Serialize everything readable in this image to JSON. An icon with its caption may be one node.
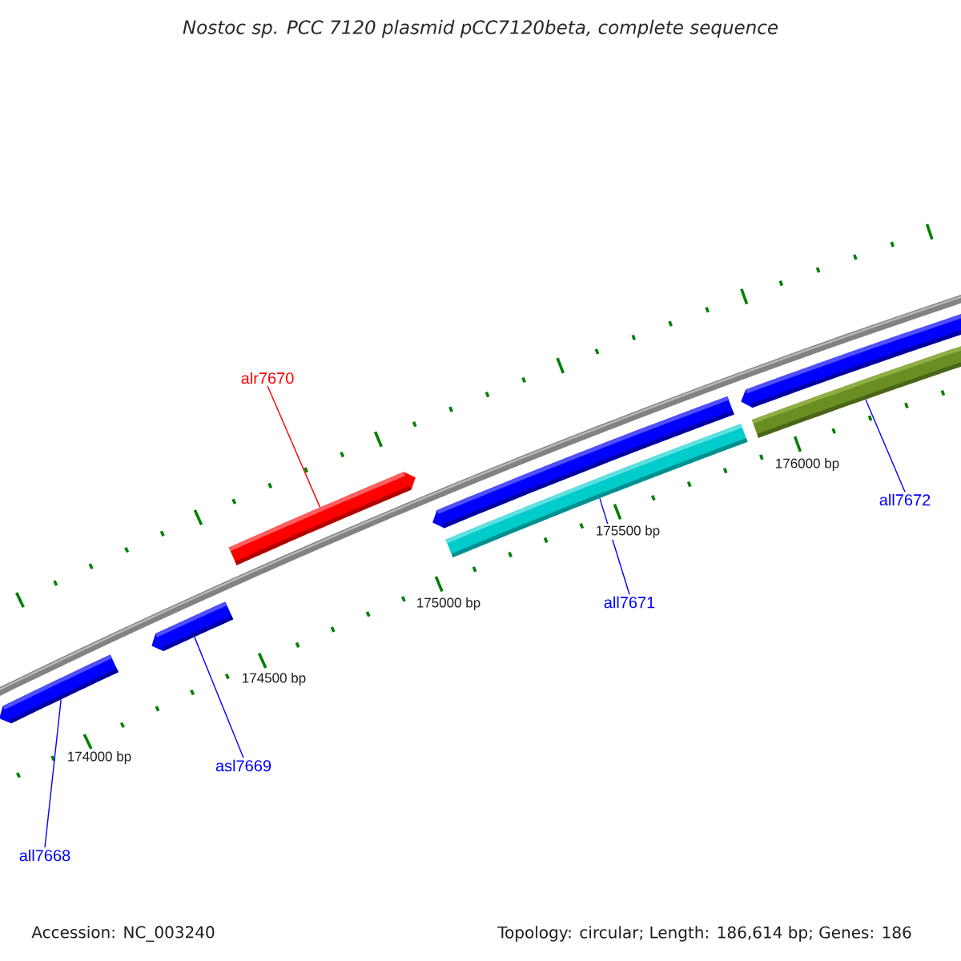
{
  "diagram": {
    "title": "Nostoc sp. PCC 7120 plasmid pCC7120beta, complete sequence",
    "nodes": [
      {
        "text": [
          "alr7670"
        ]
      },
      {
        "text": [
          "all7672"
        ]
      },
      {
        "text": [
          "all7671"
        ]
      },
      {
        "text": [
          "asl7669"
        ]
      },
      {
        "text": [
          "all7668"
        ]
      },
      {
        "text": [],
        "shape": "bar"
      },
      {
        "text": [],
        "shape": "bar"
      },
      {
        "text": [],
        "shape": "bar"
      },
      {
        "text": [],
        "shape": "bar"
      },
      {
        "text": [],
        "shape": "bar"
      },
      {
        "text": [],
        "shape": "bar"
      },
      {
        "text": [],
        "shape": "bar"
      }
    ],
    "edges": [
      {
        "from": 0,
        "to": 7,
        "arrow": "none",
        "color": "#ff0000"
      },
      {
        "from": 1,
        "to": 11,
        "arrow": "none"
      },
      {
        "from": 2,
        "to": 9,
        "arrow": "none"
      },
      {
        "from": 3,
        "to": 6,
        "arrow": "none"
      },
      {
        "from": 4,
        "to": 5,
        "arrow": "none"
      }
    ],
    "labels": [
      "176000 bp",
      "175500 bp",
      "175000 bp",
      "174500 bp",
      "174000 bp",
      "Accession: NC_003240",
      "Topology: circular; Length: 186,614 bp; Genes: 186"
    ]
  }
}
